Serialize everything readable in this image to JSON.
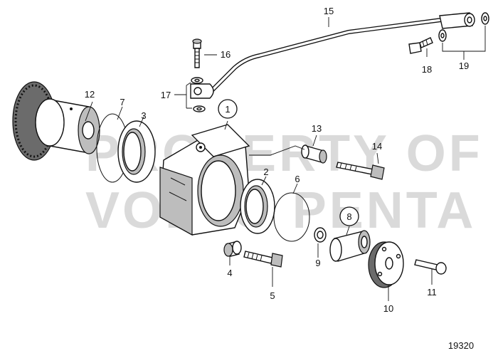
{
  "drawing_number": "19320",
  "watermark": {
    "line1": "PROPERTY OF",
    "line2": "VOLVO PENTA"
  },
  "callouts": [
    "1",
    "2",
    "3",
    "4",
    "5",
    "6",
    "7",
    "8",
    "9",
    "10",
    "11",
    "12",
    "13",
    "14",
    "15",
    "16",
    "17",
    "18",
    "19"
  ],
  "circled_callouts": [
    "1",
    "8"
  ]
}
